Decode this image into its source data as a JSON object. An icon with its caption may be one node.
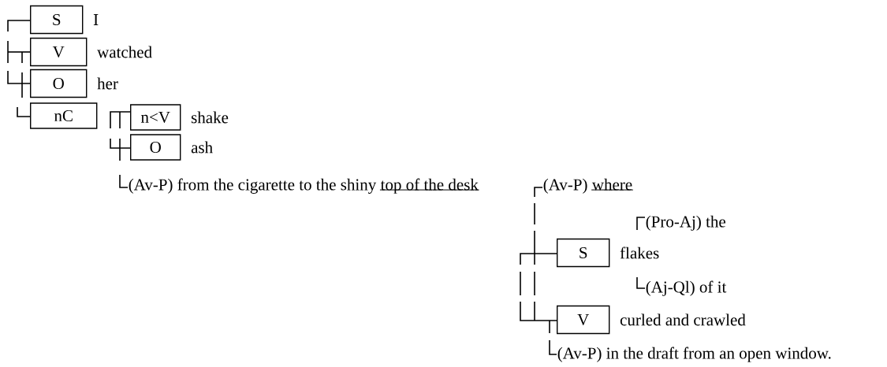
{
  "diagram": {
    "nodes": [
      {
        "text": [
          "S"
        ],
        "beside": [
          "I"
        ]
      },
      {
        "text": [
          "V"
        ],
        "beside": [
          "watched"
        ]
      },
      {
        "text": [
          "O"
        ],
        "beside": [
          "her"
        ]
      },
      {
        "text": [
          "nC"
        ]
      },
      {
        "text": [
          "n<V"
        ],
        "beside": [
          "shake"
        ]
      },
      {
        "text": [
          "O"
        ],
        "beside": [
          "ash"
        ]
      },
      {
        "text": [
          "S"
        ],
        "beside": [
          "flakes"
        ]
      },
      {
        "text": [
          "V"
        ],
        "beside": [
          "curled and crawled"
        ]
      }
    ],
    "labels": [
      "(Av-P) from the cigarette to the shiny",
      "top of the desk",
      "(Av-P)",
      "where",
      "(Pro-Aj) the",
      "(Aj-Ql) of it",
      "(Av-P) in the draft from an open window."
    ]
  }
}
